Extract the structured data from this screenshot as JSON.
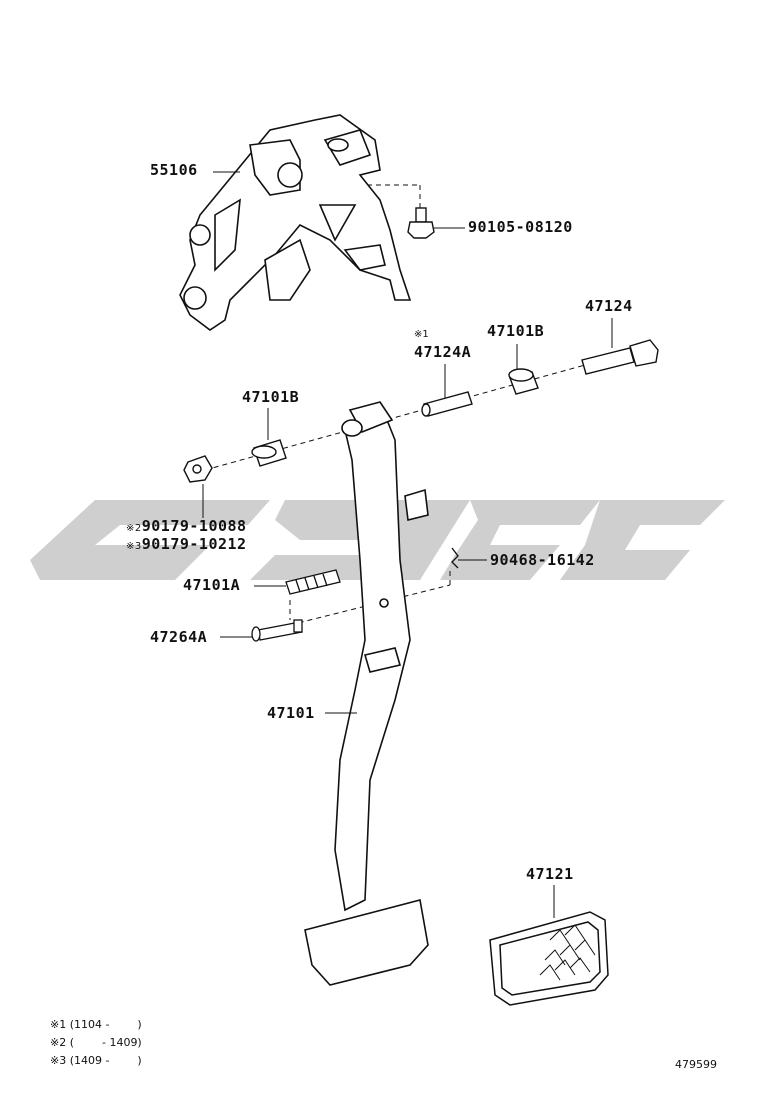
{
  "parts": {
    "p55106": "55106",
    "p90105": "90105-08120",
    "p47124": "47124",
    "p47101B_right": "47101B",
    "p47124A": "47124A",
    "p47124A_mark": "※1",
    "p47101B_left": "47101B",
    "p90179_a_mark": "※2",
    "p90179_a": "90179-10088",
    "p90179_b_mark": "※3",
    "p90179_b": "90179-10212",
    "p90468": "90468-16142",
    "p47101A": "47101A",
    "p47264A": "47264A",
    "p47101": "47101",
    "p47121": "47121"
  },
  "notes": {
    "n1": "※1 (1104 -        )",
    "n2": "※2 (        - 1409)",
    "n3": "※3 (1409 -        )"
  },
  "diagram_id": "479599",
  "watermark_color": "#cfcfcf"
}
